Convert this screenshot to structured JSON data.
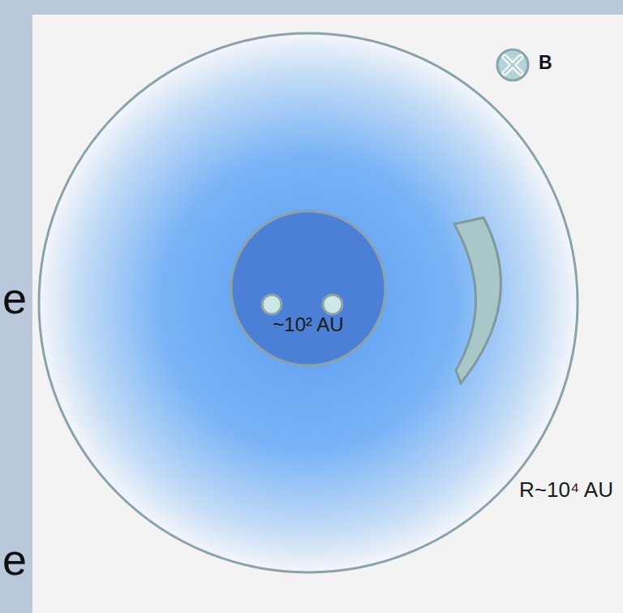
{
  "diagram": {
    "nodes": [
      {
        "text": [
          "R~10⁴ AU"
        ]
      },
      {
        "text": [
          "~10² AU"
        ],
        "in": 0
      }
    ],
    "labels": [
      "B",
      "e",
      "e"
    ]
  }
}
